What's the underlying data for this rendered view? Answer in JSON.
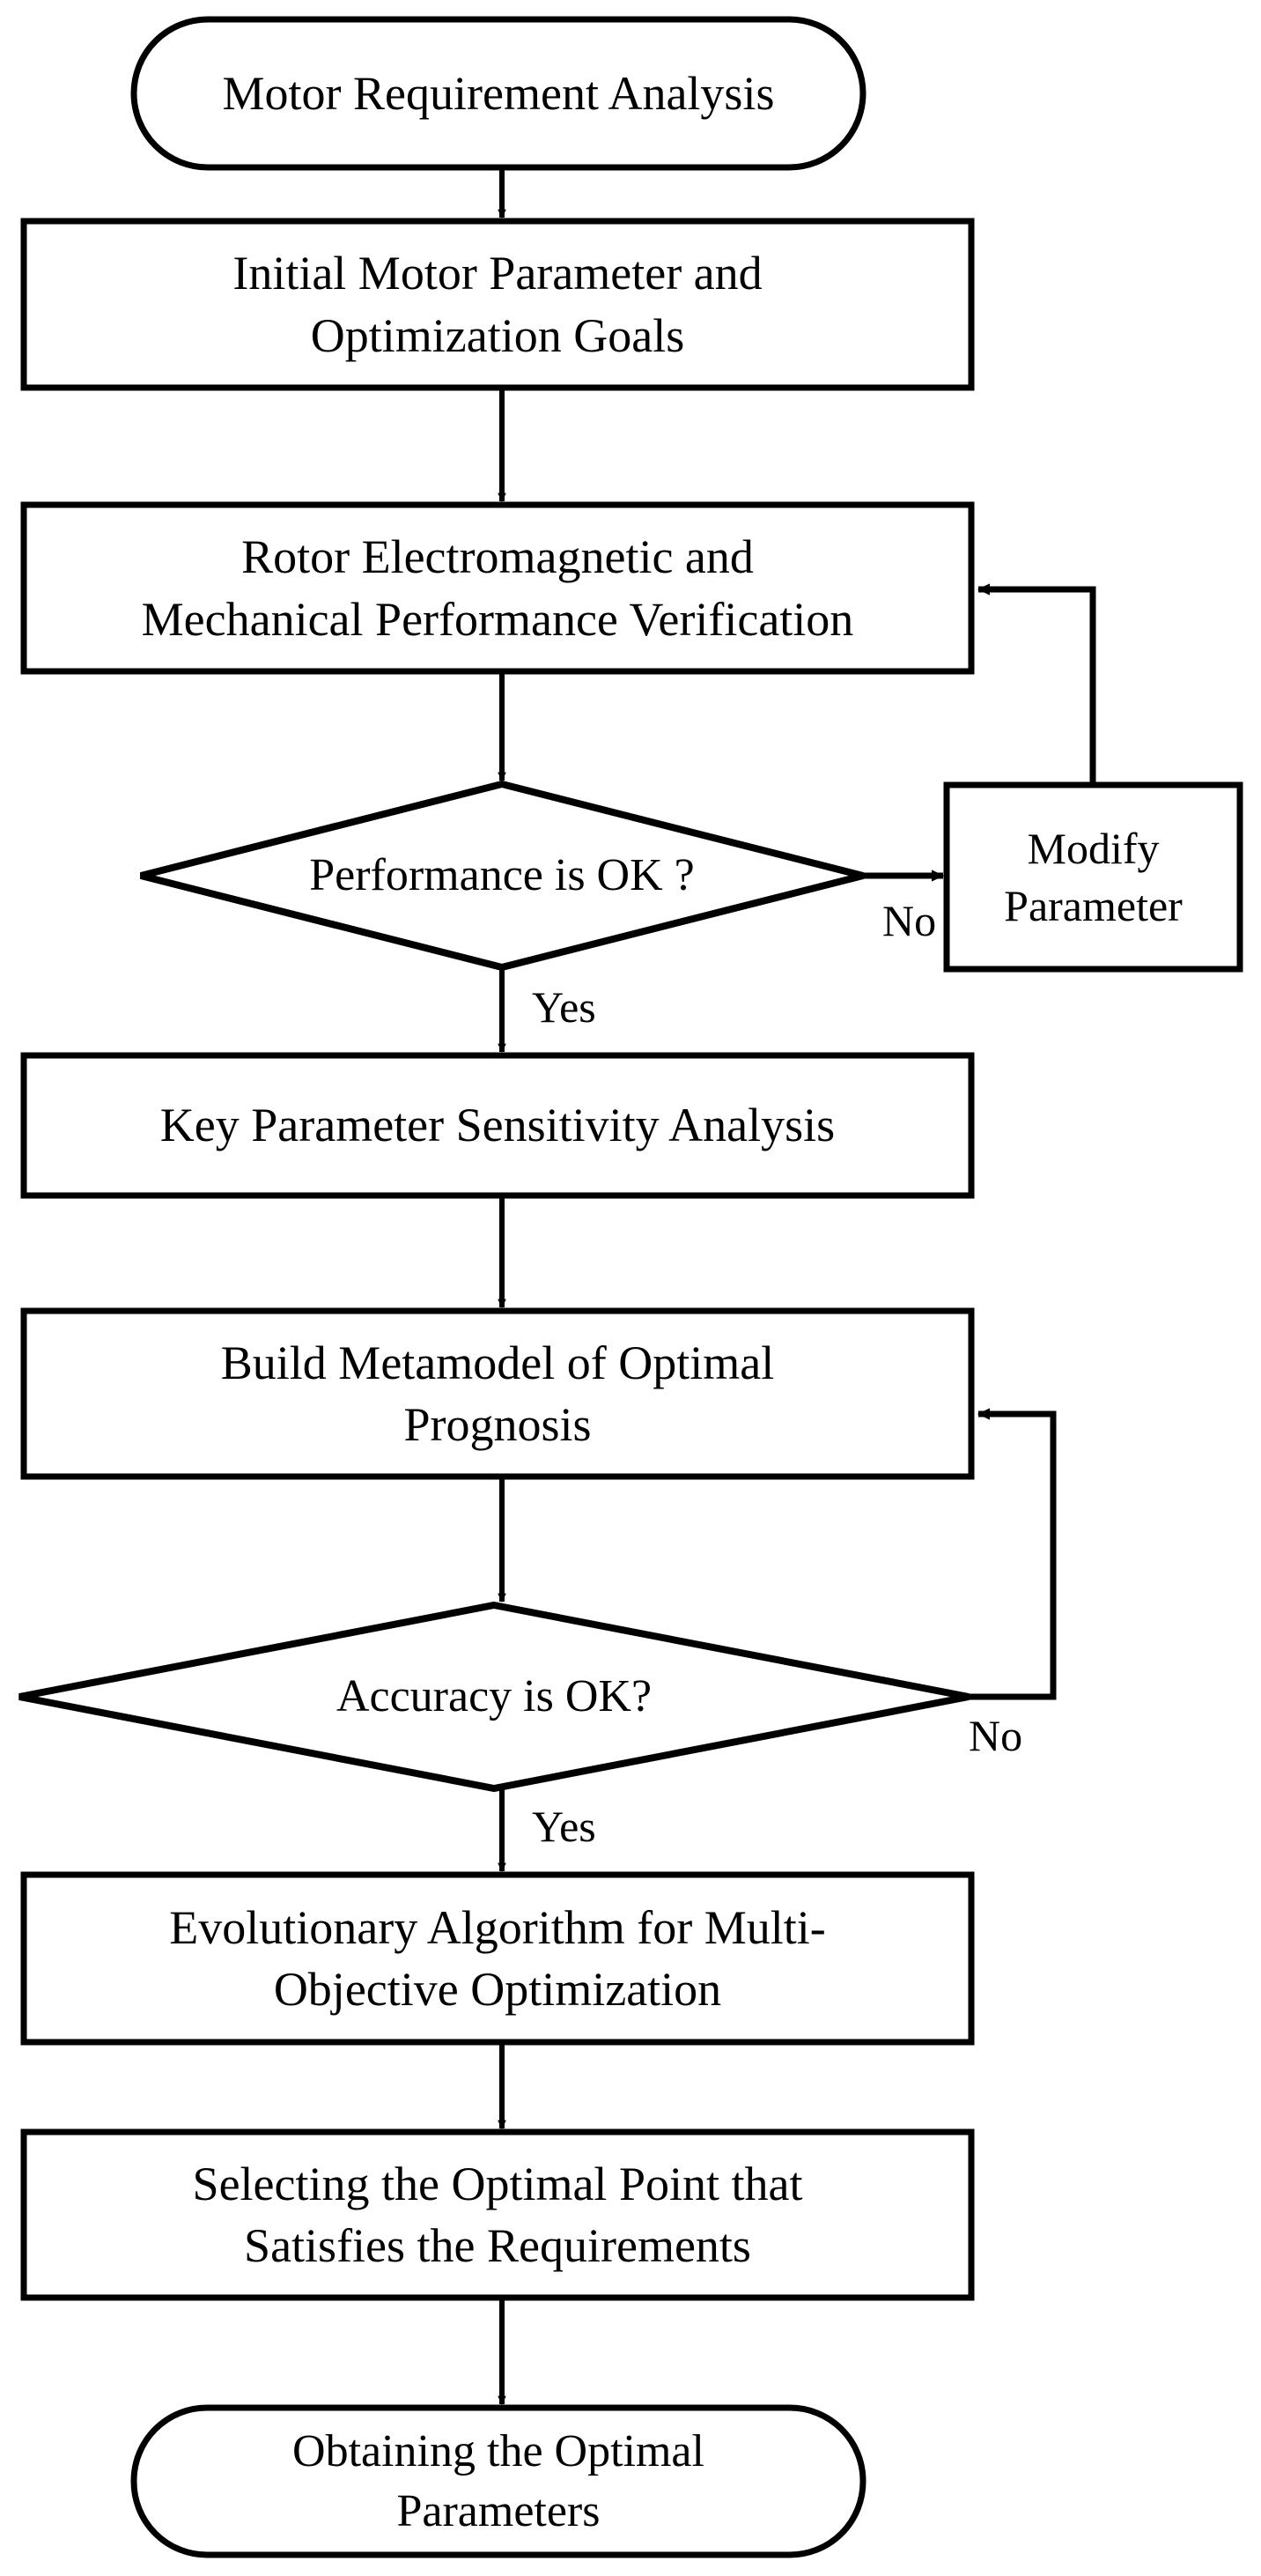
{
  "diagram": {
    "title": "Motor Multi-Objective Optimization Flowchart",
    "type": "flowchart",
    "stroke_color": "#000000",
    "fill_color": "#ffffff",
    "background_color": "#ffffff"
  },
  "nodes": [
    {
      "id": "start",
      "shape": "rounded-terminator",
      "label": "Motor Requirement Analysis"
    },
    {
      "id": "initial",
      "shape": "rectangle",
      "label": "Initial Motor Parameter and\nOptimization Goals"
    },
    {
      "id": "rotor",
      "shape": "rectangle",
      "label": "Rotor Electromagnetic and\nMechanical Performance Verification"
    },
    {
      "id": "perf",
      "shape": "diamond",
      "label": "Performance is OK ?"
    },
    {
      "id": "modify",
      "shape": "rectangle",
      "label": "Modify\nParameter"
    },
    {
      "id": "sens",
      "shape": "rectangle",
      "label": "Key Parameter Sensitivity Analysis"
    },
    {
      "id": "meta",
      "shape": "rectangle",
      "label": "Build Metamodel of Optimal\nPrognosis"
    },
    {
      "id": "acc",
      "shape": "diamond",
      "label": "Accuracy is OK?"
    },
    {
      "id": "evo",
      "shape": "rectangle",
      "label": "Evolutionary Algorithm for Multi-\nObjective Optimization"
    },
    {
      "id": "select",
      "shape": "rectangle",
      "label": "Selecting the Optimal Point that\nSatisfies the Requirements"
    },
    {
      "id": "end",
      "shape": "rounded-terminator",
      "label": "Obtaining the Optimal\nParameters"
    }
  ],
  "edges": [
    {
      "from": "start",
      "to": "initial",
      "label": ""
    },
    {
      "from": "initial",
      "to": "rotor",
      "label": ""
    },
    {
      "from": "rotor",
      "to": "perf",
      "label": ""
    },
    {
      "from": "perf",
      "to": "modify",
      "label": "No"
    },
    {
      "from": "modify",
      "to": "rotor",
      "label": ""
    },
    {
      "from": "perf",
      "to": "sens",
      "label": "Yes"
    },
    {
      "from": "sens",
      "to": "meta",
      "label": ""
    },
    {
      "from": "meta",
      "to": "acc",
      "label": ""
    },
    {
      "from": "acc",
      "to": "meta",
      "label": "No"
    },
    {
      "from": "acc",
      "to": "evo",
      "label": "Yes"
    },
    {
      "from": "evo",
      "to": "select",
      "label": ""
    },
    {
      "from": "select",
      "to": "end",
      "label": ""
    }
  ],
  "edge_labels": {
    "performance_no": "No",
    "performance_yes": "Yes",
    "accuracy_no": "No",
    "accuracy_yes": "Yes"
  }
}
